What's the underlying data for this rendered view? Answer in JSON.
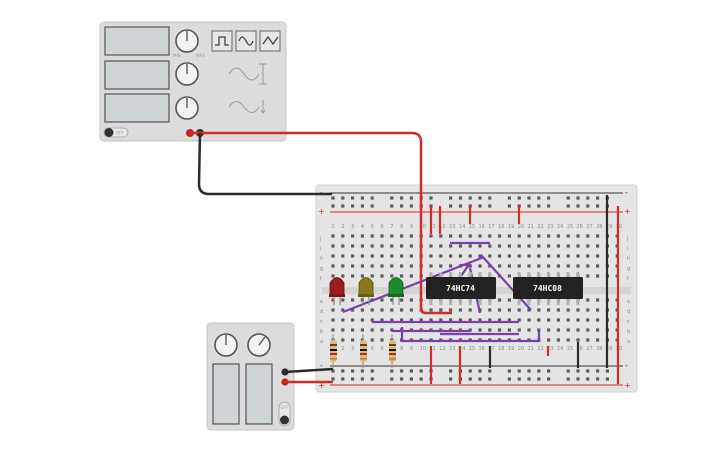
{
  "function_generator": {
    "icons": [
      "square-wave-icon",
      "sine-wave-icon",
      "triangle-wave-icon"
    ],
    "switch_label": "OFF"
  },
  "power_supply": {
    "switch_label": "OFF"
  },
  "chips": [
    {
      "label": "74HC74"
    },
    {
      "label": "74HC08"
    }
  ],
  "breadboard": {
    "column_numbers": [
      "1",
      "2",
      "3",
      "4",
      "5",
      "6",
      "7",
      "8",
      "9",
      "10",
      "11",
      "12",
      "13",
      "14",
      "15",
      "16",
      "17",
      "18",
      "19",
      "20",
      "21",
      "22",
      "23",
      "24",
      "25",
      "26",
      "27",
      "28",
      "29",
      "30"
    ],
    "rows_top": [
      "j",
      "i",
      "h",
      "g",
      "f"
    ],
    "rows_bottom": [
      "e",
      "d",
      "c",
      "b",
      "a"
    ],
    "rail_plus": "+",
    "rail_minus": "-"
  },
  "leds": [
    {
      "color": "#9b1c1c"
    },
    {
      "color": "#8a7a1e"
    },
    {
      "color": "#1e8a2e"
    }
  ],
  "wire_colors": {
    "red": "#d42a2a",
    "black": "#2a2a2a",
    "purple": "#7a3fa8"
  }
}
